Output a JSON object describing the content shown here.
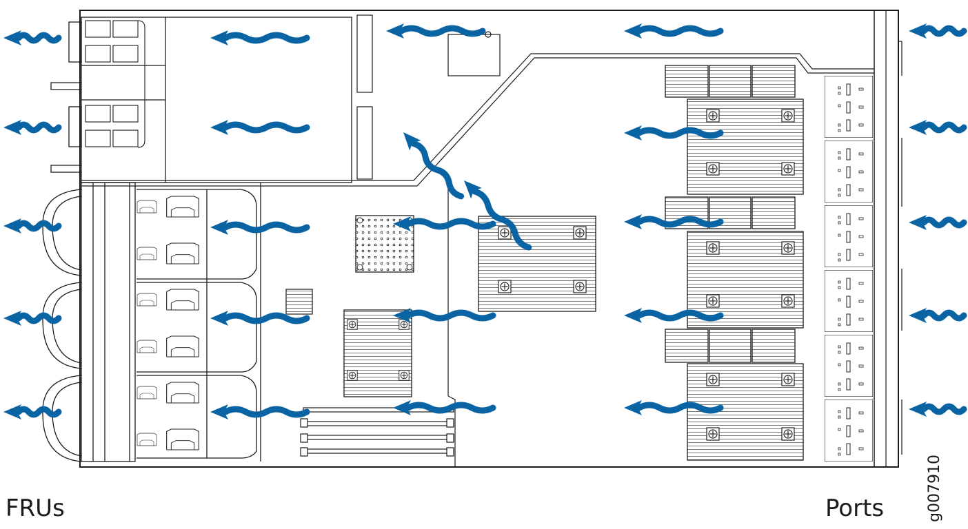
{
  "labels": {
    "left": "FRUs",
    "right": "Ports",
    "figure_id": "g007910"
  },
  "colors": {
    "airflow_arrow": "#0a64a4",
    "outline": "#1a1a1a"
  },
  "airflow": {
    "direction": "ports-to-frus"
  }
}
